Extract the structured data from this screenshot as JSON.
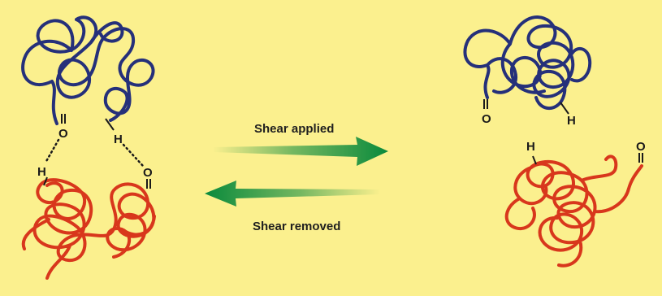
{
  "colors": {
    "background": "#fbf08e",
    "blue_polymer": "#25307a",
    "red_polymer": "#d8371c",
    "arrow": "#0a8a3c"
  },
  "labels": {
    "shear_applied": "Shear applied",
    "shear_removed": "Shear removed"
  },
  "atoms": {
    "oxygen": "O",
    "hydrogen": "H"
  }
}
